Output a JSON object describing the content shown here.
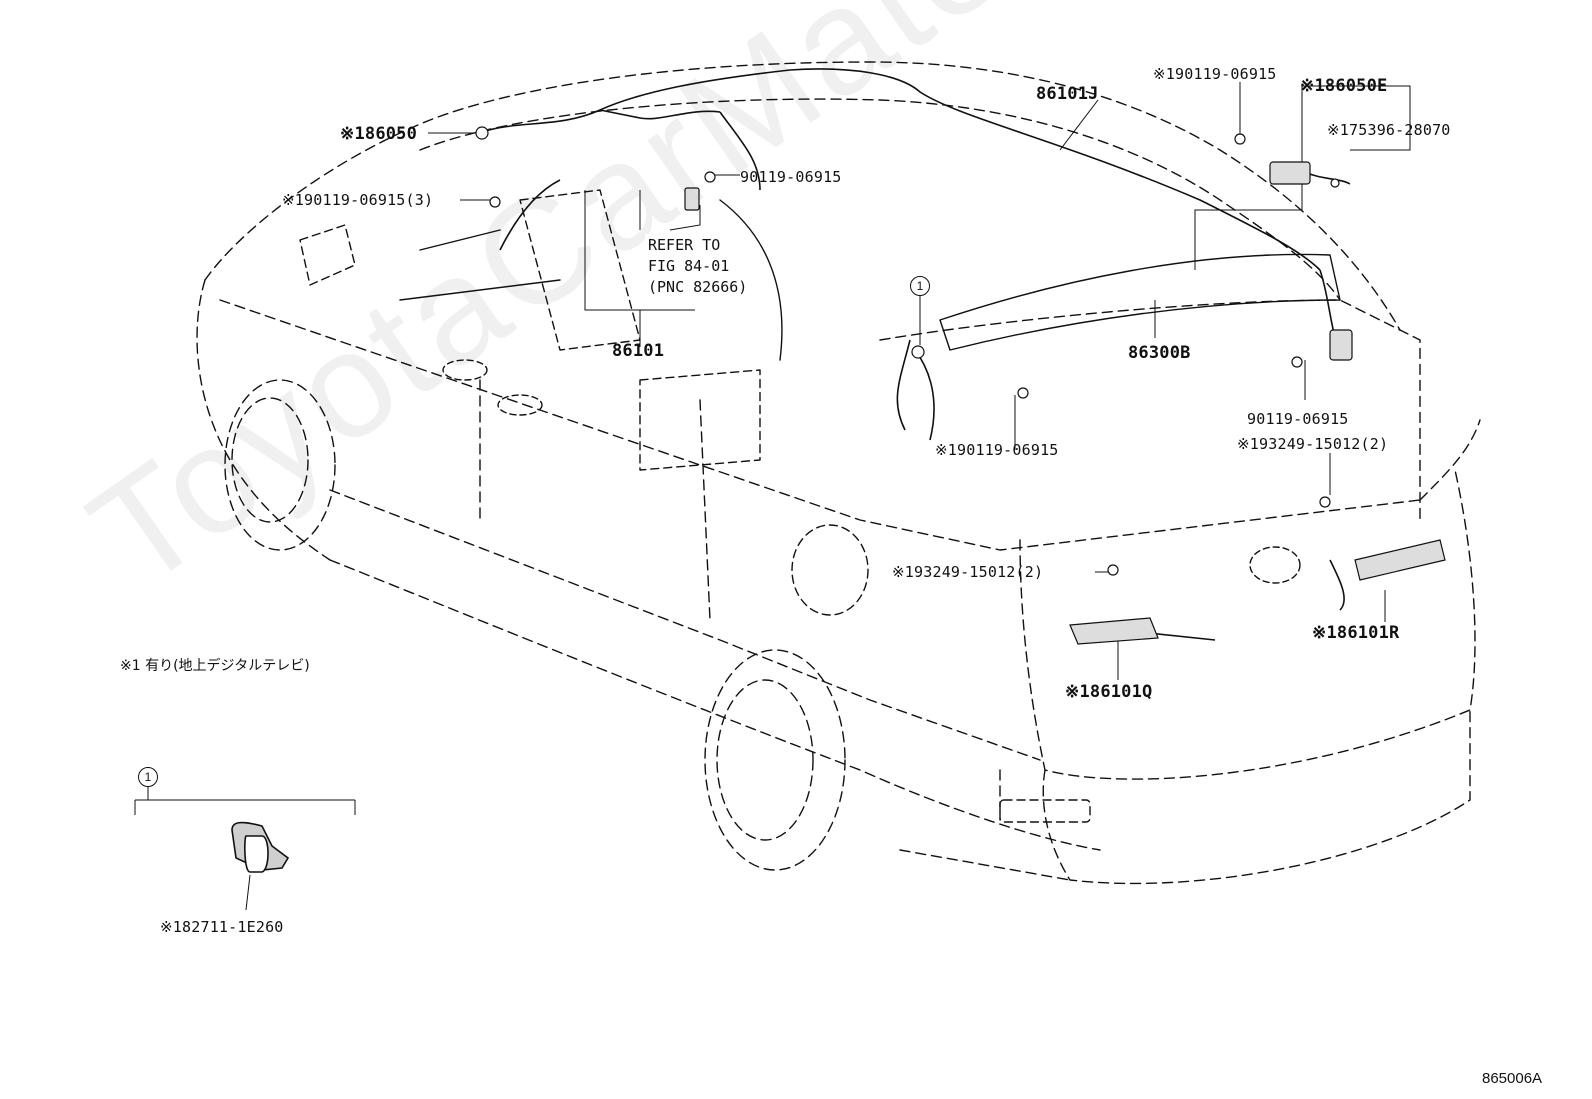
{
  "watermark": "ToyotaCarMate.ru",
  "figure_code": "865006A",
  "note": "※1 有り(地上デジタルテレビ)",
  "refer_box": [
    "REFER TO",
    "FIG 84-01",
    "(PNC 82666)"
  ],
  "callout_marker": "1",
  "labels": {
    "p86050": "※186050",
    "p90119_3": "※190119-06915(3)",
    "p90119_a": "90119-06915",
    "p86101": "86101",
    "p86101J": "86101J",
    "p90119_top": "※190119-06915",
    "p86050E": "※186050E",
    "p75396": "※175396-28070",
    "p86300B": "86300B",
    "p90119_r": "90119-06915",
    "p90119_mid": "※190119-06915",
    "p93249_r": "※193249-15012(2)",
    "p93249_l": "※193249-15012(2)",
    "p86101R": "※186101R",
    "p86101Q": "※186101Q",
    "p82711": "※182711-1E260"
  }
}
